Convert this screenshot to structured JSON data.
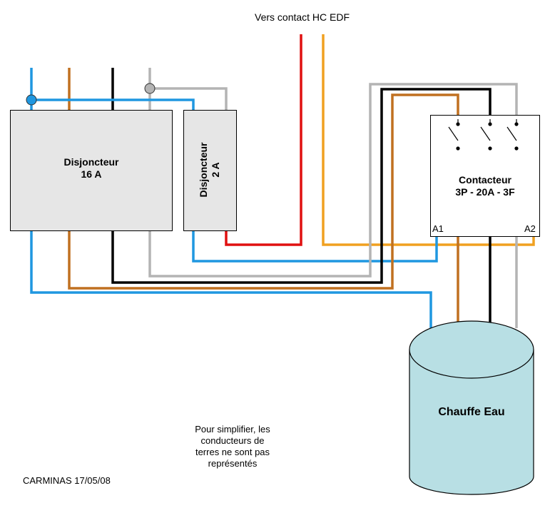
{
  "header": {
    "label": "Vers contact HC EDF"
  },
  "disjoncteur_16": {
    "line1": "Disjoncteur",
    "line2": "16 A"
  },
  "disjoncteur_2": {
    "line1": "Disjoncteur",
    "line2": "2 A"
  },
  "contacteur": {
    "line1": "Contacteur",
    "line2": "3P - 20A - 3F",
    "terminal_a1": "A1",
    "terminal_a2": "A2"
  },
  "chauffe_eau": {
    "label": "Chauffe Eau"
  },
  "note": {
    "line1": "Pour simplifier, les",
    "line2": "conducteurs de",
    "line3": "terres ne sont pas",
    "line4": "représentés"
  },
  "author": {
    "label": "CARMINAS 17/05/08"
  },
  "colors": {
    "blue": "#1f97e0",
    "brown": "#c07020",
    "black": "#000000",
    "grey": "#b4b4b4",
    "red": "#e01010",
    "orange": "#f0a020",
    "box_fill": "#e6e6e6",
    "tank_fill": "#b8dfe4"
  }
}
